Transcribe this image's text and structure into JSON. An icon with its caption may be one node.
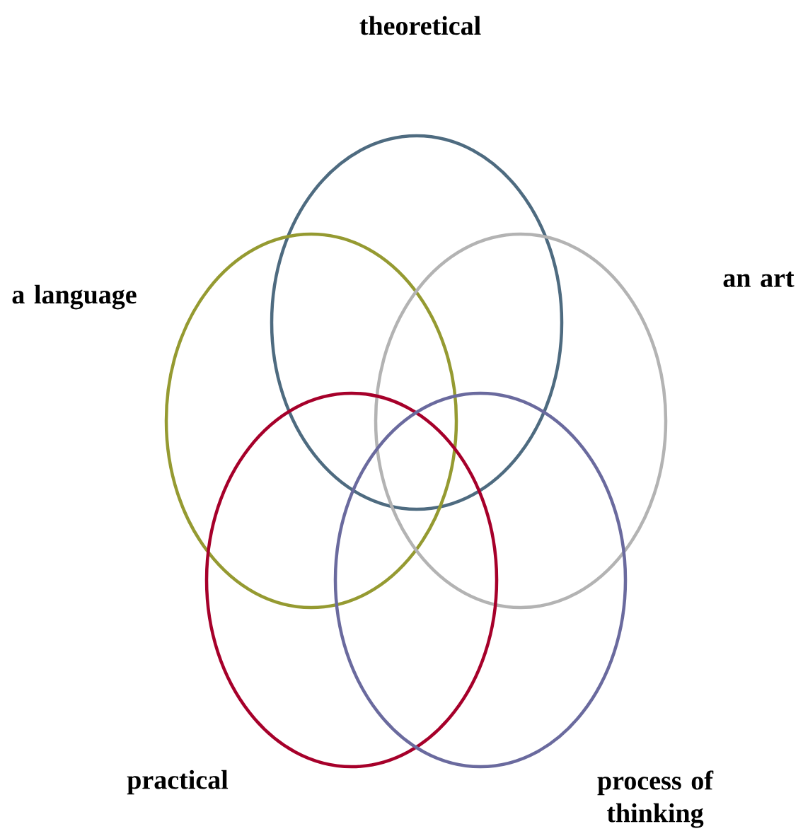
{
  "diagram": {
    "nodes": [
      {
        "text": [
          "theoretical"
        ]
      },
      {
        "text": [
          "a language"
        ]
      },
      {
        "text": [
          "an art"
        ]
      },
      {
        "text": [
          "practical"
        ]
      },
      {
        "text": [
          "process of thinking"
        ]
      }
    ]
  }
}
